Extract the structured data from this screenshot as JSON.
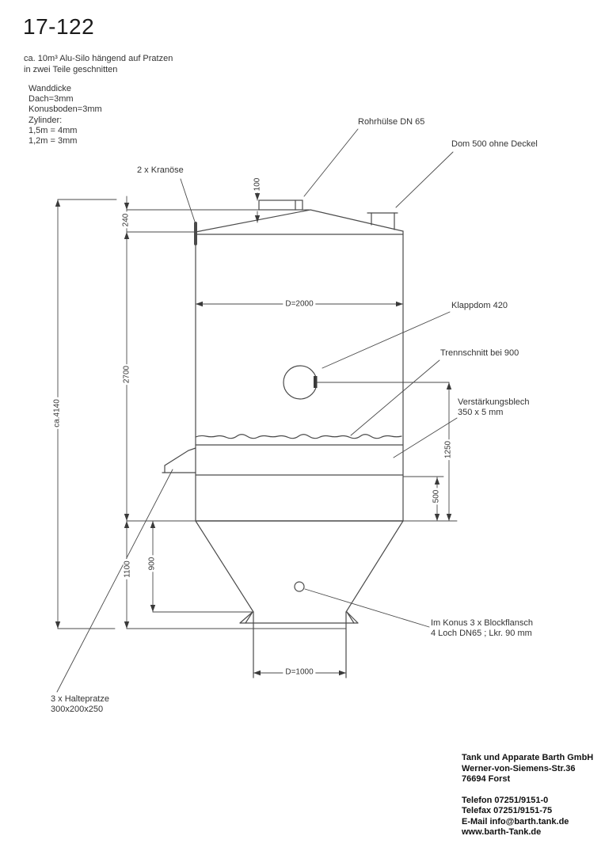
{
  "title": "17-122",
  "subtitle": [
    "ca. 10m³ Alu-Silo hängend auf Pratzen",
    "in zwei Teile geschnitten"
  ],
  "notes": [
    "Wanddicke",
    "Dach=3mm",
    "Konusboden=3mm",
    "Zylinder:",
    "1,5m = 4mm",
    "1,2m = 3mm"
  ],
  "labels": {
    "kranoese": "2 x Kranöse",
    "rohrhuelse": "Rohrhülse DN 65",
    "dom": "Dom 500 ohne Deckel",
    "klappdom": "Klappdom 420",
    "trennschnitt": "Trennschnitt bei 900",
    "verstaerkung_1": "Verstärkungsblech",
    "verstaerkung_2": "350 x 5 mm",
    "imkonus_1": "Im Konus 3 x Blockflansch",
    "imkonus_2": "4 Loch DN65 ; Lkr. 90 mm",
    "haltepratze_1": "3 x Haltepratze",
    "haltepratze_2": "300x200x250"
  },
  "dimensions": {
    "pipe_height": "100",
    "roof_height": "240",
    "total_height": "ca.4140",
    "cylinder_height": "2700",
    "cone_total_height": "1100",
    "cone_height": "900",
    "lower_band_height": "500",
    "klappdom_to_bottom": "1250",
    "diameter_top": "D=2000",
    "diameter_outlet": "D=1000"
  },
  "company": {
    "name": "Tank und Apparate Barth GmbH",
    "street": "Werner-von-Siemens-Str.36",
    "city": "76694 Forst",
    "phone": "Telefon 07251/9151-0",
    "fax": "Telefax 07251/9151-75",
    "email": "E-Mail info@barth.tank.de",
    "web": "www.barth-Tank.de"
  },
  "colors": {
    "line": "#4a4a4a",
    "text": "#2e2e2e",
    "background": "#ffffff"
  }
}
